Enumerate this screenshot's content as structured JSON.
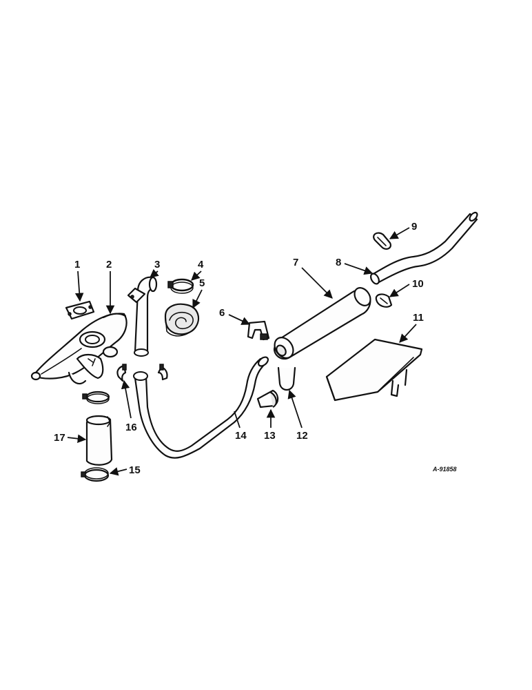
{
  "diagram": {
    "callouts": [
      "1",
      "2",
      "3",
      "4",
      "5",
      "6",
      "7",
      "8",
      "9",
      "10",
      "11",
      "12",
      "13",
      "14",
      "15",
      "16",
      "17"
    ],
    "drawing_code": "A-91858"
  }
}
